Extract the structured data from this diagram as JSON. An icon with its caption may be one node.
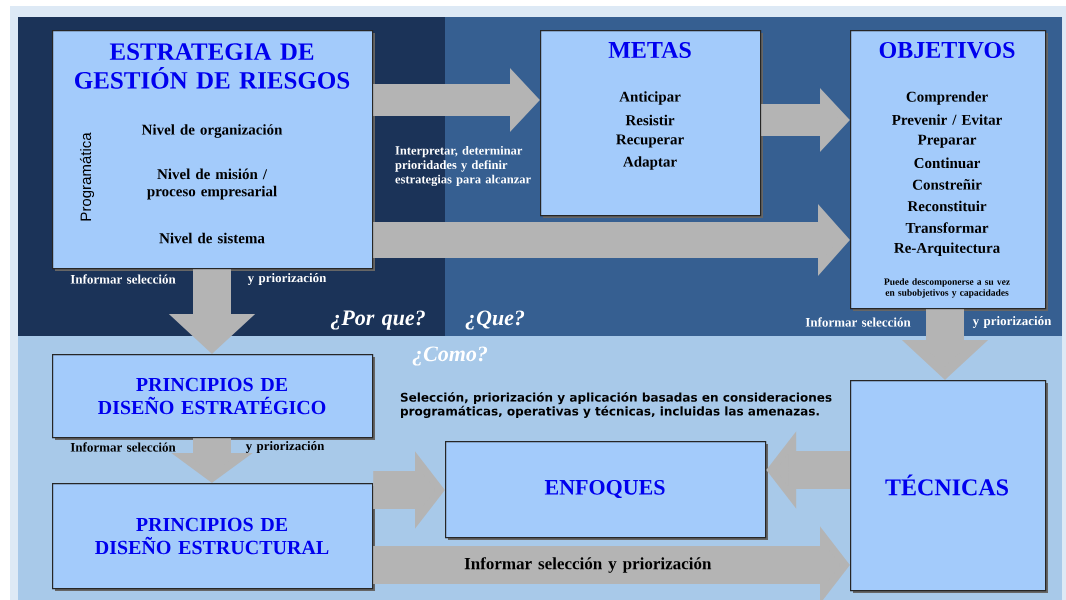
{
  "diagram": {
    "nodes": [
      {
        "text": [
          "ESTRATEGIA DE GESTIÓN DE RIESGOS",
          "Programática",
          "Nivel de organización",
          "Nivel de misión / proceso empresarial",
          "Nivel de sistema"
        ]
      },
      {
        "text": [
          "METAS",
          "Anticipar",
          "Resistir",
          "Recuperar",
          "Adaptar"
        ]
      },
      {
        "text": [
          "OBJETIVOS",
          "Comprender",
          "Prevenir / Evitar",
          "Preparar",
          "Continuar",
          "Constreñir",
          "Reconstituir",
          "Transformar",
          "Re-Arquitectura",
          "Puede descomponerse a su vez en subobjetivos y capacidades"
        ]
      },
      {
        "text": [
          "PRINCIPIOS DE DISEÑO ESTRATÉGICO"
        ]
      },
      {
        "text": [
          "ENFOQUES"
        ]
      },
      {
        "text": [
          "TÉCNICAS"
        ]
      },
      {
        "text": [
          "PRINCIPIOS DE DISEÑO ESTRUCTURAL"
        ]
      }
    ],
    "edges": [
      {
        "from": 0,
        "to": 1,
        "arrow": "to"
      },
      {
        "from": 1,
        "to": 2,
        "arrow": "to"
      },
      {
        "from": 0,
        "to": 2,
        "arrow": "to"
      },
      {
        "from": 0,
        "to": 3,
        "arrow": "to"
      },
      {
        "from": 2,
        "to": 5,
        "arrow": "to"
      },
      {
        "from": 3,
        "to": 6,
        "arrow": "to"
      },
      {
        "from": 5,
        "to": 4,
        "arrow": "to"
      },
      {
        "from": 6,
        "to": 4,
        "arrow": "to"
      },
      {
        "from": 6,
        "to": 5,
        "arrow": "to",
        "label": "Informar selección y priorización"
      }
    ],
    "labels": [
      "Interpretar, determinar prioridades y definir estrategias para alcanzar",
      "Informar selección",
      "y priorización",
      "¿Por que?",
      "¿Que?",
      "Informar selección",
      "y priorización",
      "¿Como?",
      "Selección, priorización y aplicación basadas en consideraciones programáticas, operativas y técnicas, incluidas las amenazas.",
      "Informar selección",
      "y priorización"
    ]
  }
}
